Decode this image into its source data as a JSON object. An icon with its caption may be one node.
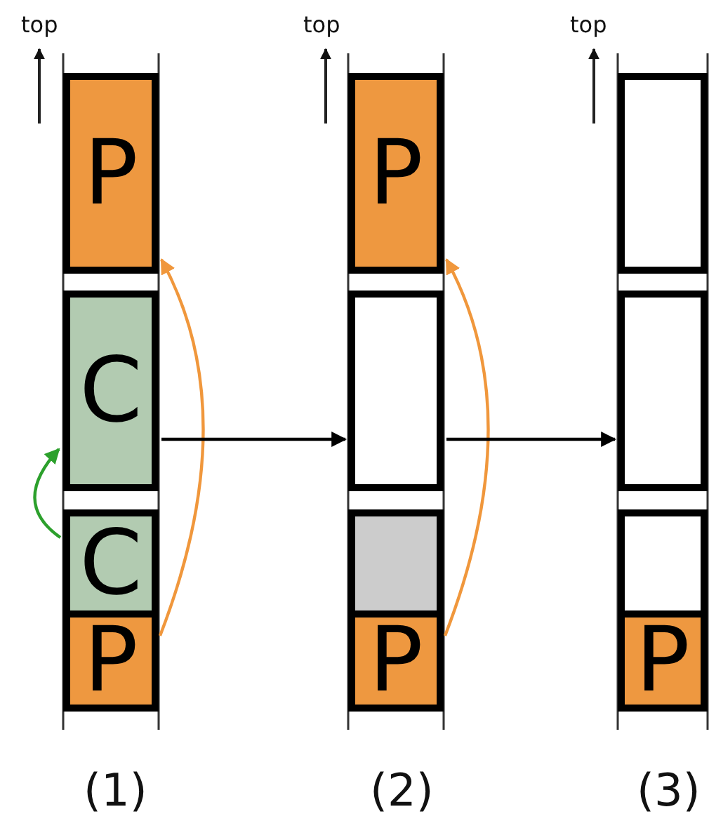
{
  "diagram": {
    "nodes": [
      {
        "text": [
          "P"
        ]
      },
      {
        "text": [
          "C"
        ]
      },
      {
        "text": [
          "C"
        ]
      },
      {
        "text": [
          "P"
        ]
      },
      {
        "text": [
          "P"
        ]
      },
      {
        "text": [],
        "shape": "box"
      },
      {
        "text": [],
        "shape": "box"
      },
      {
        "text": [
          "P"
        ]
      },
      {
        "text": [],
        "shape": "box"
      },
      {
        "text": [],
        "shape": "box"
      },
      {
        "text": [],
        "shape": "box"
      },
      {
        "text": [
          "P"
        ]
      }
    ],
    "edges": [
      {
        "from": 3,
        "to": 0,
        "arrow": "to",
        "color": "#f0973c"
      },
      {
        "from": 2,
        "to": 1,
        "arrow": "to",
        "color": "#2ca02c"
      },
      {
        "from": 7,
        "to": 4,
        "arrow": "to",
        "color": "#f0973c"
      },
      {
        "from": 1,
        "to": 5,
        "arrow": "to",
        "color": "#000000"
      },
      {
        "from": 5,
        "to": 9,
        "arrow": "to",
        "color": "#000000"
      }
    ],
    "labels": [
      "top",
      "top",
      "top",
      "(1)",
      "(2)",
      "(3)"
    ]
  }
}
